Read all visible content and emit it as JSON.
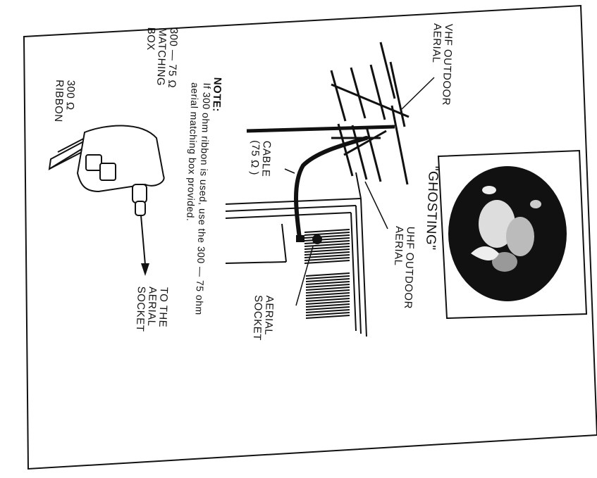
{
  "labels": {
    "vhf": "VHF OUTDOOR\nAERIAL",
    "ghosting": "\"GHOSTING\"",
    "uhf": "UHF OUTDOOR\nAERIAL",
    "aerial_socket": "AERIAL\nSOCKET",
    "cable": "CABLE\n(75 Ω )",
    "note_title": "NOTE:",
    "note_body": "If 300 ohm ribbon is used, use the 300 — 75 ohm\naerial matching box provided.",
    "matching_box": "300 — 75 Ω\nMATCHING\nBOX",
    "ribbon": "300 Ω\nRIBBON",
    "to_socket": "TO THE\nAERIAL\nSOCKET"
  },
  "colors": {
    "ink": "#111111",
    "paper": "#ffffff"
  }
}
